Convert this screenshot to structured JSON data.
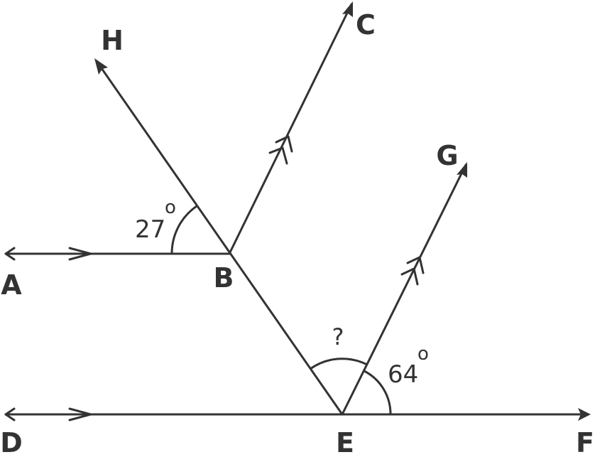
{
  "points": [
    {
      "id": "A",
      "label": "A"
    },
    {
      "id": "B",
      "label": "B"
    },
    {
      "id": "C",
      "label": "C"
    },
    {
      "id": "D",
      "label": "D"
    },
    {
      "id": "E",
      "label": "E"
    },
    {
      "id": "F",
      "label": "F"
    },
    {
      "id": "G",
      "label": "G"
    },
    {
      "id": "H",
      "label": "H"
    }
  ],
  "angles": {
    "abh": {
      "value": "27",
      "degree_symbol": "o"
    },
    "gef": {
      "value": "64",
      "degree_symbol": "o"
    },
    "beg": {
      "value": "?"
    }
  },
  "colors": {
    "ink": "#333333",
    "background": "#ffffff"
  }
}
